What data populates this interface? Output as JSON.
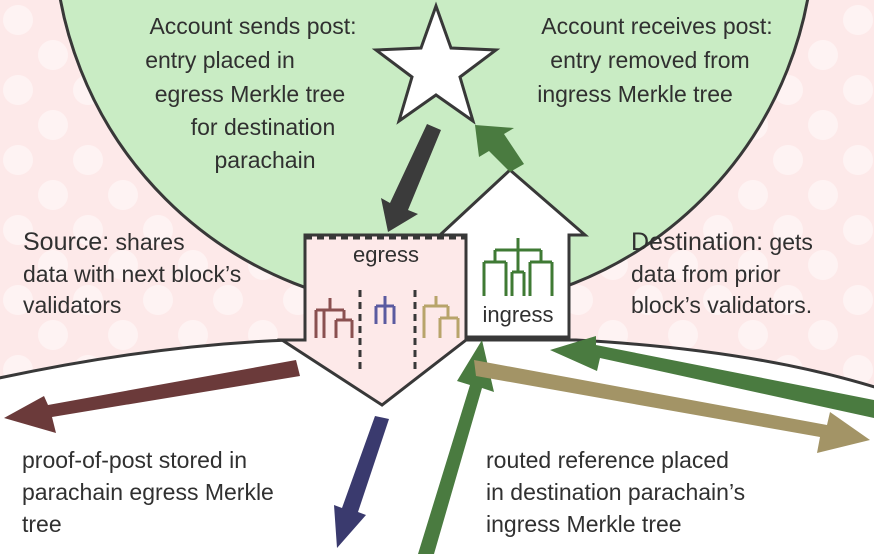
{
  "colors": {
    "pink_bg": "#fde9e9",
    "green_bg": "#c9ecc4",
    "white": "#ffffff",
    "outline": "#383838",
    "egress_arrow": "#3b3b3b",
    "ingress_arrow": "#4a7b40",
    "maroon": "#6b3a3a",
    "navy": "#3a3a6e",
    "olive": "#a39466",
    "tree_maroon": "#8a5050",
    "tree_purple": "#5a5aa0",
    "tree_tan": "#b8a46a",
    "tree_green": "#3f7a34"
  },
  "labels": {
    "sends": [
      "Account sends post:",
      "entry placed in",
      "egress Merkle tree",
      "for destination",
      "parachain"
    ],
    "receives": [
      "Account receives post:",
      "entry removed from",
      "ingress Merkle tree"
    ],
    "source_heading": "Source:",
    "source_lines": [
      " shares",
      "data with next block’s",
      "validators"
    ],
    "destination_heading": "Destination:",
    "destination_lines": [
      " gets",
      "data from prior",
      "block’s validators."
    ],
    "egress": "egress",
    "ingress": "ingress",
    "proof": [
      "proof-of-post stored in",
      "parachain egress Merkle",
      "tree"
    ],
    "routed": [
      "routed reference placed",
      "in destination parachain’s",
      "ingress Merkle tree"
    ]
  },
  "icons": {
    "account": "star-icon",
    "trees": [
      "merkle-tree-icon-maroon",
      "merkle-tree-icon-purple",
      "merkle-tree-icon-tan",
      "merkle-tree-icon-green"
    ]
  }
}
